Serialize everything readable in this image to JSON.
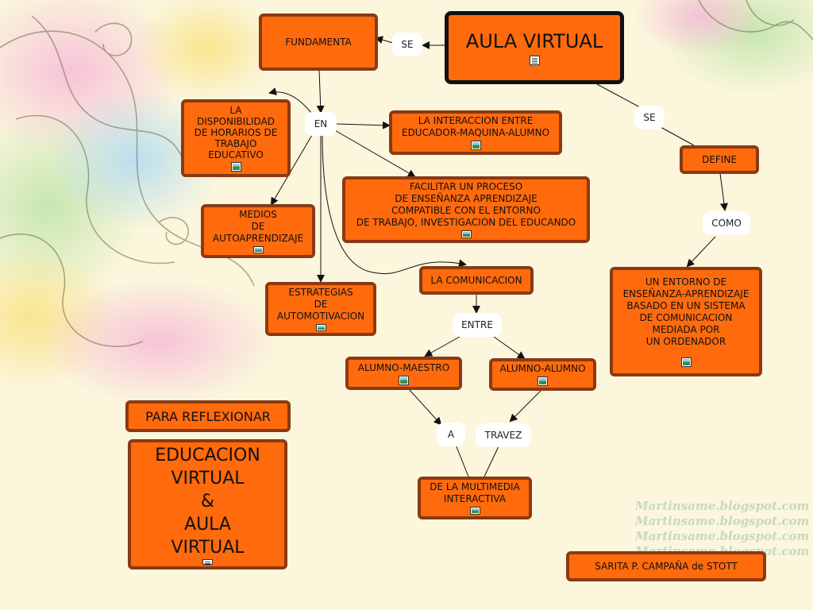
{
  "nodes": {
    "aula_virtual": "AULA VIRTUAL",
    "fundamenta": "FUNDAMENTA",
    "disponibilidad": "LA\nDISPONIBILIDAD\nDE HORARIOS DE\nTRABAJO\nEDUCATIVO",
    "interaccion": "LA INTERACCION ENTRE\nEDUCADOR-MAQUINA-ALUMNO",
    "facilitar": "FACILITAR UN PROCESO\nDE ENSEÑANZA APRENDIZAJE\nCOMPATIBLE CON EL ENTORNO\nDE TRABAJO, INVESTIGACION DEL EDUCANDO",
    "medios": "MEDIOS\nDE\nAUTOAPRENDIZAJE",
    "estrategias": "ESTRATEGIAS\nDE\nAUTOMOTIVACION",
    "comunicacion": "LA COMUNICACION",
    "alumno_maestro": "ALUMNO-MAESTRO",
    "alumno_alumno": "ALUMNO-ALUMNO",
    "multimedia": "DE LA MULTIMEDIA\nINTERACTIVA",
    "define": "DEFINE",
    "entorno": "UN ENTORNO DE\nENSEÑANZA-APRENDIZAJE\nBASADO EN UN SISTEMA\nDE COMUNICACION\nMEDIADA POR\nUN ORDENADOR",
    "para_reflexionar": "PARA REFLEXIONAR",
    "educacion": "EDUCACION\nVIRTUAL\n&\nAULA\nVIRTUAL",
    "autor": "SARITA P. CAMPAÑA de STOTT"
  },
  "links": {
    "se_left": "SE",
    "se_right": "SE",
    "en": "EN",
    "como": "COMO",
    "entre": "ENTRE",
    "a": "A",
    "travez": "TRAVEZ"
  },
  "watermark": [
    "Martinsame.blogspot.com",
    "Martinsame.blogspot.com",
    "Martinsame.blogspot.com",
    "Martinsame.blogspot.com"
  ],
  "colors": {
    "node_fill": "#ff6a0d",
    "node_border": "#8a3a12",
    "background": "#fbf6dc"
  }
}
